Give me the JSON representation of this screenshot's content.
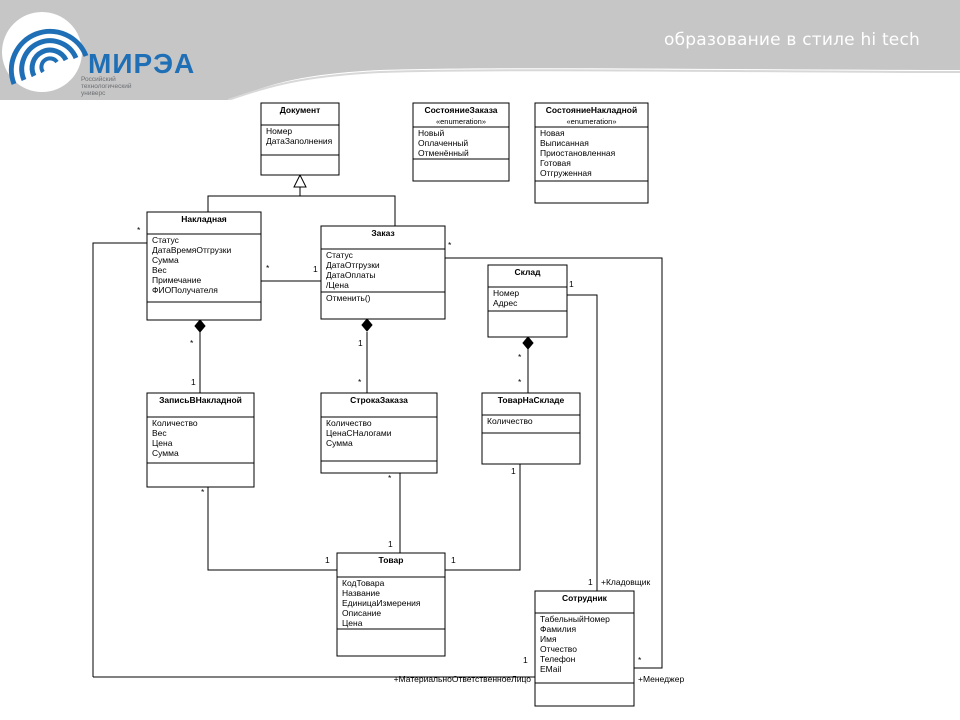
{
  "header": {
    "tagline": "образование в стиле hi tech",
    "logo_text": "МИРЭА",
    "logo_sub": [
      "Российский",
      "технологический",
      "универс"
    ]
  },
  "colors": {
    "banner_gray": "#c6c6c6",
    "logo_blue": "#1f6fb6",
    "line": "#000000"
  },
  "classes": [
    {
      "id": "document",
      "name": "Документ",
      "attributes": [
        "Номер",
        "ДатаЗаполнения"
      ]
    },
    {
      "id": "order-state",
      "name": "СостояниеЗаказа",
      "stereotype": "«enumeration»",
      "attributes": [
        "Новый",
        "Оплаченный",
        "Отменённый"
      ]
    },
    {
      "id": "invoice-state",
      "name": "СостояниеНакладной",
      "stereotype": "«enumeration»",
      "attributes": [
        "Новая",
        "Выписанная",
        "Приостановленная",
        "Готовая",
        "Отгруженная"
      ]
    },
    {
      "id": "invoice",
      "name": "Накладная",
      "attributes": [
        "Статус",
        "ДатаВремяОтгрузки",
        "Сумма",
        "Вес",
        "Примечание",
        "ФИОПолучателя"
      ]
    },
    {
      "id": "order",
      "name": "Заказ",
      "attributes": [
        "Статус",
        "ДатаОтгрузки",
        "ДатаОплаты",
        "/Цена"
      ],
      "operations": [
        "Отменить()"
      ]
    },
    {
      "id": "warehouse",
      "name": "Склад",
      "attributes": [
        "Номер",
        "Адрес"
      ]
    },
    {
      "id": "invoice-line",
      "name": "ЗаписьВНакладной",
      "attributes": [
        "Количество",
        "Вес",
        "Цена",
        "Сумма"
      ]
    },
    {
      "id": "order-line",
      "name": "СтрокаЗаказа",
      "attributes": [
        "Количество",
        "ЦенаСНалогами",
        "Сумма"
      ]
    },
    {
      "id": "stock-item",
      "name": "ТоварНаСкладе",
      "attributes": [
        "Количество"
      ]
    },
    {
      "id": "product",
      "name": "Товар",
      "attributes": [
        "КодТовара",
        "Название",
        "ЕдиницаИзмерения",
        "Описание",
        "Цена"
      ]
    },
    {
      "id": "employee",
      "name": "Сотрудник",
      "attributes": [
        "ТабельныйНомер",
        "Фамилия",
        "Имя",
        "Отчество",
        "Телефон",
        "EMail"
      ]
    }
  ],
  "multiplicities": [
    "*",
    "*",
    "1",
    "*",
    "1",
    "*",
    "1",
    "*",
    "1",
    "*",
    "*",
    "*",
    "*",
    "1",
    "1",
    "1",
    "1",
    "1",
    "1",
    "*"
  ],
  "roles": [
    "+Кладовщик",
    "+МатериальноОтветственноеЛицо",
    "+Менеджер"
  ]
}
